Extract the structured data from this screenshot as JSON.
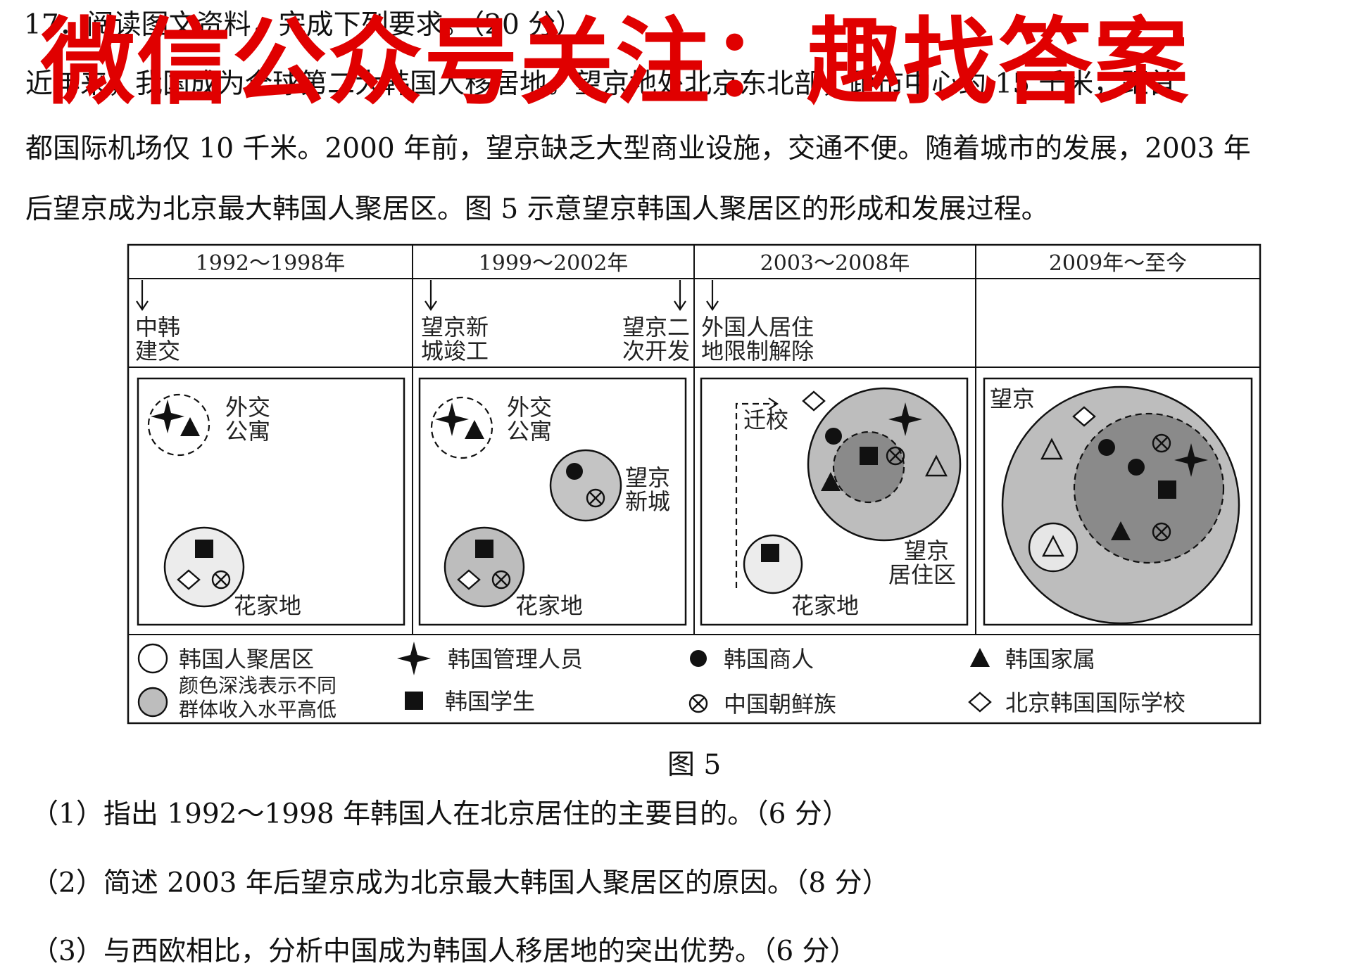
{
  "question": {
    "header": "17．阅读图文资料，完成下列要求。（20 分）",
    "intro_lines": [
      "近年来，我国成为全球第二大韩国人移居地。望京地处北京东北部，距市中心约 15 千米，距首",
      "都国际机场仅 10 千米。2000 年前，望京缺乏大型商业设施，交通不便。随着城市的发展，2003 年",
      "后望京成为北京最大韩国人聚居区。图 5 示意望京韩国人聚居区的形成和发展过程。"
    ]
  },
  "watermark": "微信公众号关注：趣找答案",
  "figure": {
    "caption": "图 5",
    "periods": [
      "1992～1998年",
      "1999～2002年",
      "2003～2008年",
      "2009年～至今"
    ],
    "events": {
      "p1": [
        "中韩",
        "建交"
      ],
      "p2a": [
        "望京新",
        "城竣工"
      ],
      "p2b": [
        "望京二",
        "次开发"
      ],
      "p3": [
        "外国人居住",
        "地限制解除"
      ]
    },
    "map_labels": {
      "diplomatic": [
        "外交",
        "公寓"
      ],
      "huajiadi": "花家地",
      "wangjing_new_city": [
        "望京",
        "新城"
      ],
      "relocate_school": "迁校",
      "wangjing_residential": [
        "望京",
        "居住区"
      ],
      "wangjing": "望京"
    },
    "legend": {
      "area": "韩国人聚居区",
      "shade_note": [
        "颜色深浅表示不同",
        "群体收入水平高低"
      ],
      "manager": "韩国管理人员",
      "student": "韩国学生",
      "merchant": "韩国商人",
      "ethnic_korean": "中国朝鲜族",
      "family": "韩国家属",
      "school": "北京韩国国际学校"
    },
    "icons": {
      "manager": "four-point-star-icon",
      "student": "filled-square-icon",
      "merchant": "filled-circle-icon",
      "ethnic_korean": "circled-x-icon",
      "family": "filled-triangle-icon",
      "school": "diamond-icon",
      "empty_triangle": "outline-triangle-icon"
    }
  },
  "sub_questions": [
    "（1）指出 1992～1998 年韩国人在北京居住的主要目的。（6 分）",
    "（2）简述 2003 年后望京成为北京最大韩国人聚居区的原因。（8 分）",
    "（3）与西欧相比，分析中国成为韩国人移居地的突出优势。（6 分）"
  ],
  "colors": {
    "watermark": "#e00000",
    "light_gray": "#e6e6e6",
    "mid_gray": "#bdbdbd",
    "dark_gray": "#8a8a8a"
  }
}
